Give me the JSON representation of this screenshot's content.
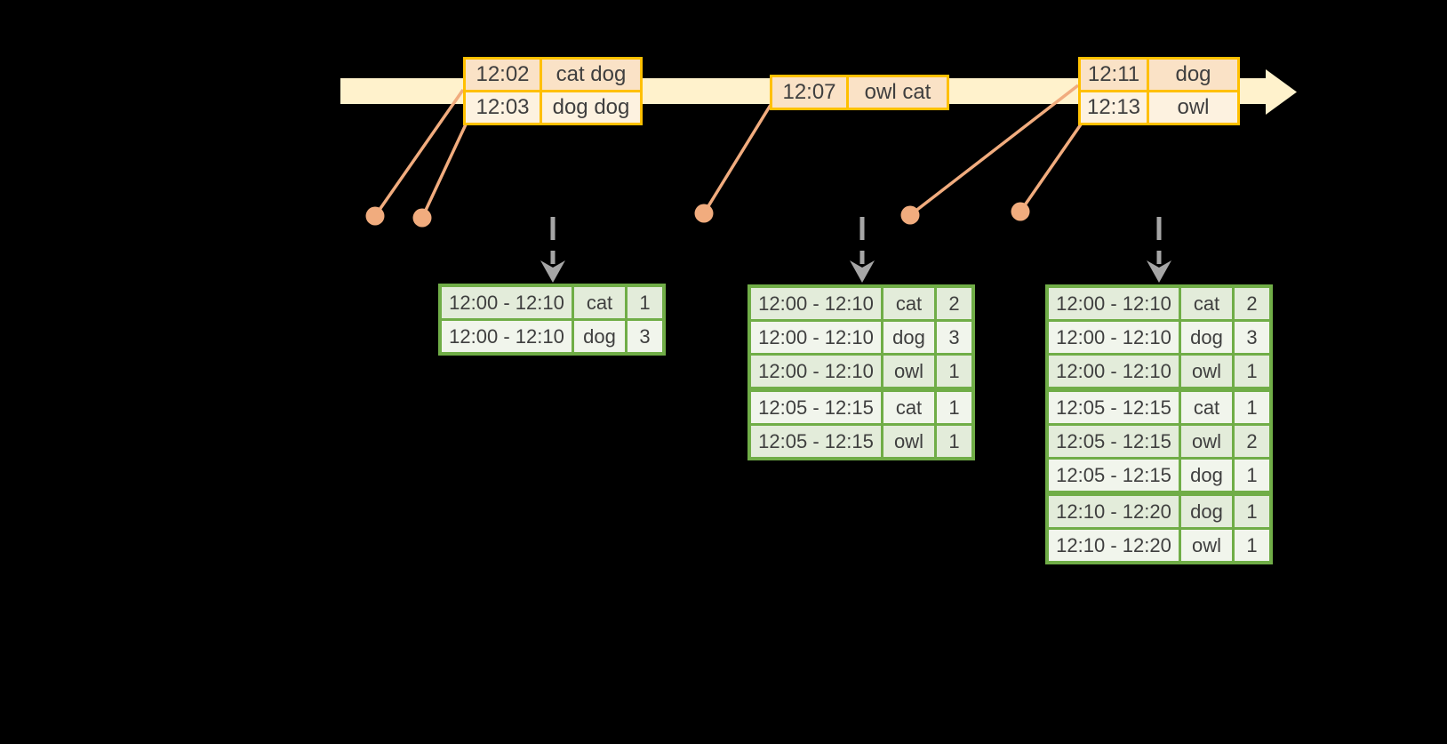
{
  "colors": {
    "background": "#000000",
    "text_color": "#3F3F3F",
    "timeline_fill": "#FFF2CC",
    "event_border": "#FFC000",
    "event_row_fill": "#FAE2C6",
    "event_row_alt_fill": "#FDF2E0",
    "dot_color": "#F1AC7E",
    "result_border": "#70AD47",
    "result_row_fill": "#E3ECDA",
    "result_row_alt_fill": "#F1F5EC",
    "trigger_arrow_color": "#A6A6A6"
  },
  "event_tables": [
    {
      "rows": [
        [
          "12:02",
          "cat dog"
        ],
        [
          "12:03",
          "dog dog"
        ]
      ]
    },
    {
      "rows": [
        [
          "12:07",
          "owl cat"
        ]
      ]
    },
    {
      "rows": [
        [
          "12:11",
          "dog"
        ],
        [
          "12:13",
          "owl"
        ]
      ]
    }
  ],
  "result_tables": [
    {
      "rows": [
        [
          "12:00 - 12:10",
          "cat",
          "1"
        ],
        [
          "12:00 - 12:10",
          "dog",
          "3"
        ]
      ]
    },
    {
      "rows": [
        [
          "12:00 - 12:10",
          "cat",
          "2"
        ],
        [
          "12:00 - 12:10",
          "dog",
          "3"
        ],
        [
          "12:00 - 12:10",
          "owl",
          "1"
        ],
        [
          "12:05 - 12:15",
          "cat",
          "1"
        ],
        [
          "12:05 - 12:15",
          "owl",
          "1"
        ]
      ]
    },
    {
      "rows": [
        [
          "12:00 - 12:10",
          "cat",
          "2"
        ],
        [
          "12:00 - 12:10",
          "dog",
          "3"
        ],
        [
          "12:00 - 12:10",
          "owl",
          "1"
        ],
        [
          "12:05 - 12:15",
          "cat",
          "1"
        ],
        [
          "12:05 - 12:15",
          "owl",
          "2"
        ],
        [
          "12:05 - 12:15",
          "dog",
          "1"
        ],
        [
          "12:10 - 12:20",
          "dog",
          "1"
        ],
        [
          "12:10 - 12:20",
          "owl",
          "1"
        ]
      ]
    }
  ]
}
